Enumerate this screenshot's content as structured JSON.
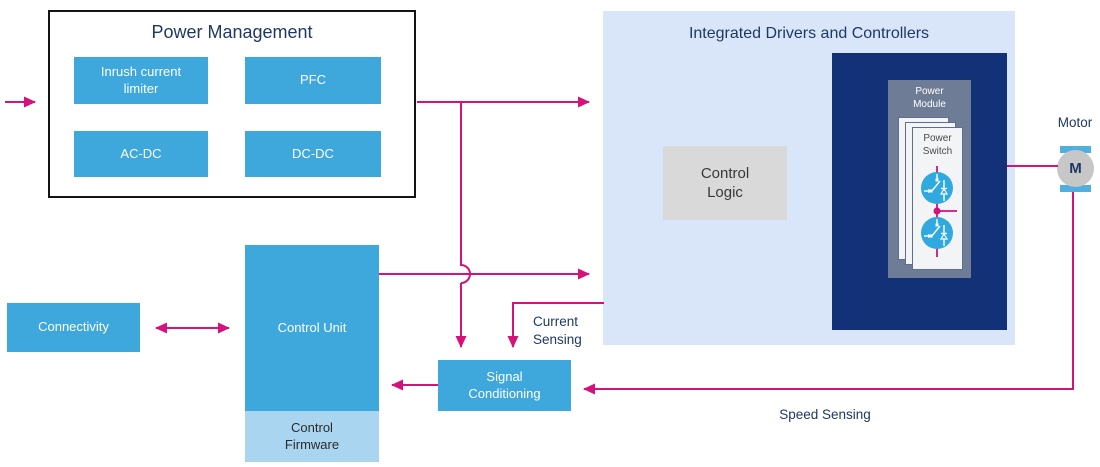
{
  "pm": {
    "title": "Power Management",
    "blocks": [
      {
        "label": "Inrush current limiter"
      },
      {
        "label": "PFC"
      },
      {
        "label": "AC-DC"
      },
      {
        "label": "DC-DC"
      }
    ]
  },
  "idc": {
    "title": "Integrated Drivers and Controllers",
    "control_logic": "Control Logic",
    "power_module": "Power Module",
    "power_switch": "Power Switch"
  },
  "connectivity": {
    "label": "Connectivity"
  },
  "control_unit": {
    "label": "Control Unit"
  },
  "control_firmware": {
    "label": "Control Firmware"
  },
  "signal_conditioning": {
    "label": "Signal Conditioning"
  },
  "motor": {
    "label": "Motor",
    "symbol": "M"
  },
  "labels": {
    "current_sensing": "Current Sensing",
    "speed_sensing": "Speed Sensing"
  },
  "colors": {
    "arrow_magenta": "#D5117C",
    "block_blue": "#3EA7DC",
    "panel_blue": "#D9E6FA",
    "navy": "#123176",
    "module_gray": "#6E7C96",
    "logic_gray": "#D9D9D9",
    "firmware_blue": "#A9D5F0",
    "text_navy": "#1F3864",
    "transistor_blue": "#2FA9E0",
    "motor_gray": "#C7C7C7"
  }
}
